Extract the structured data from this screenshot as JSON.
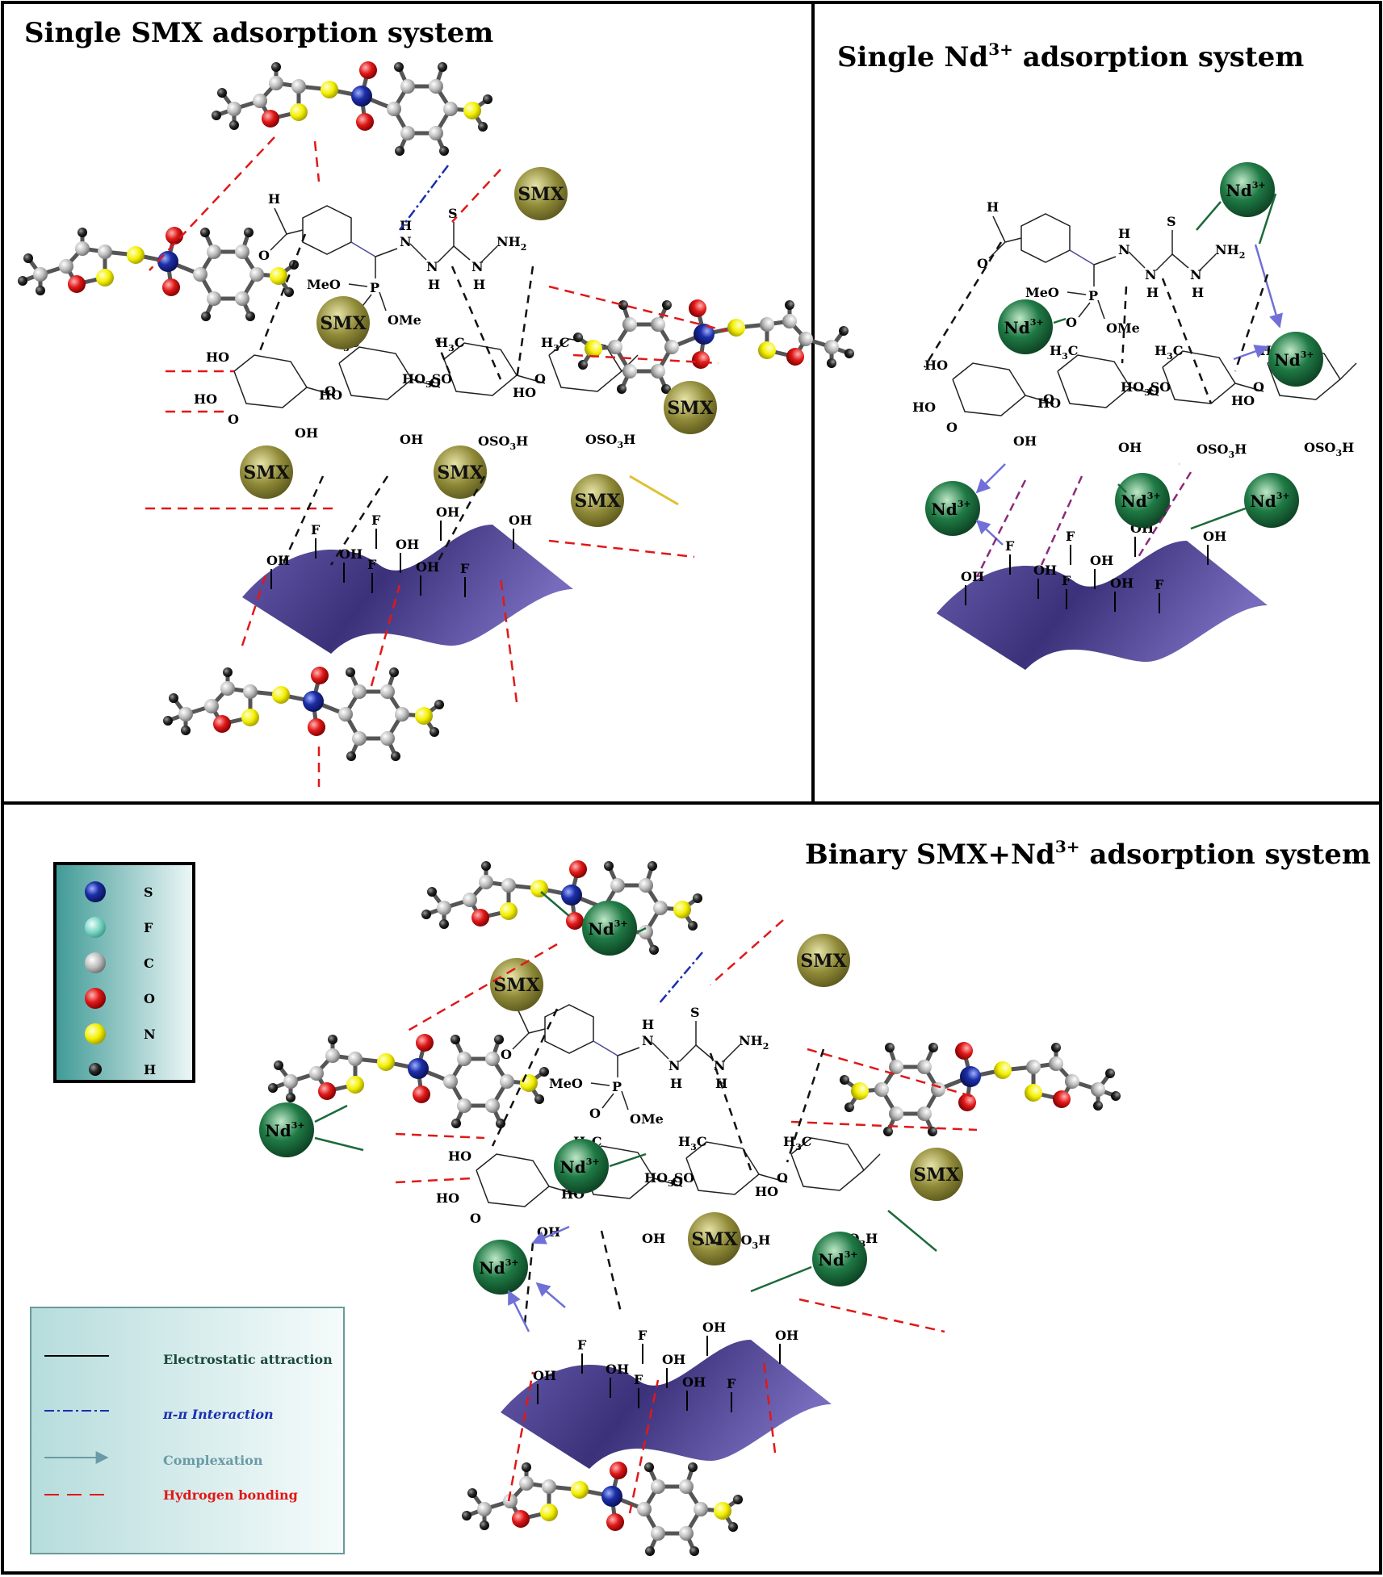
{
  "panels": {
    "top_left": {
      "title": "Single SMX adsorption system"
    },
    "top_right": {
      "title_prefix": "Single Nd",
      "title_sup": "3+",
      "title_suffix": " adsorption system"
    },
    "bottom": {
      "title_prefix": "Binary SMX+Nd",
      "title_sup": "3+",
      "title_suffix": " adsorption system"
    }
  },
  "labels": {
    "smx": "SMX",
    "nd": "Nd",
    "nd_sup": "3+",
    "h": "H",
    "o": "O",
    "s": "S",
    "n": "N",
    "nh2": "NH",
    "nh2_sub": "2",
    "meo": "MeO",
    "ome": "OMe",
    "p": "P",
    "ho": "HO",
    "oh": "OH",
    "f": "F",
    "h3c": "H",
    "h3c_sub": "3",
    "h3c_tail": "C",
    "ho3so": "HO",
    "ho3so_sub": "3",
    "ho3so_tail": "SO",
    "oso3h": "OSO",
    "oso3h_sub": "3",
    "oso3h_tail": "H"
  },
  "atom_legend": {
    "items": [
      {
        "symbol": "S",
        "color": "#1c2fa8"
      },
      {
        "symbol": "F",
        "color": "#7fd6c6"
      },
      {
        "symbol": "C",
        "color": "#bdbdbd"
      },
      {
        "symbol": "O",
        "color": "#e01818"
      },
      {
        "symbol": "N",
        "color": "#f4f000"
      },
      {
        "symbol": "H",
        "color": "#2a2a2a"
      }
    ]
  },
  "interaction_legend": {
    "items": [
      {
        "label": "Electrostatic attraction",
        "color": "#1b4a3a",
        "style": "solid"
      },
      {
        "label": "π-π Interaction",
        "color": "#1a2fb0",
        "style": "dashdot"
      },
      {
        "label": "Complexation",
        "color": "#6a9aa6",
        "style": "arrow"
      },
      {
        "label": "Hydrogen bonding",
        "color": "#e01818",
        "style": "dashed"
      }
    ]
  },
  "colors": {
    "smx_ball": "#8f8a38",
    "nd_ball": "#1f7a45",
    "surface": "#5a4ea6",
    "hbond": "#e01818",
    "pi": "#1a2fb0",
    "complex": "#7070d8",
    "electro": "#1b6a3a",
    "purple_dash": "#8a2a7a"
  }
}
